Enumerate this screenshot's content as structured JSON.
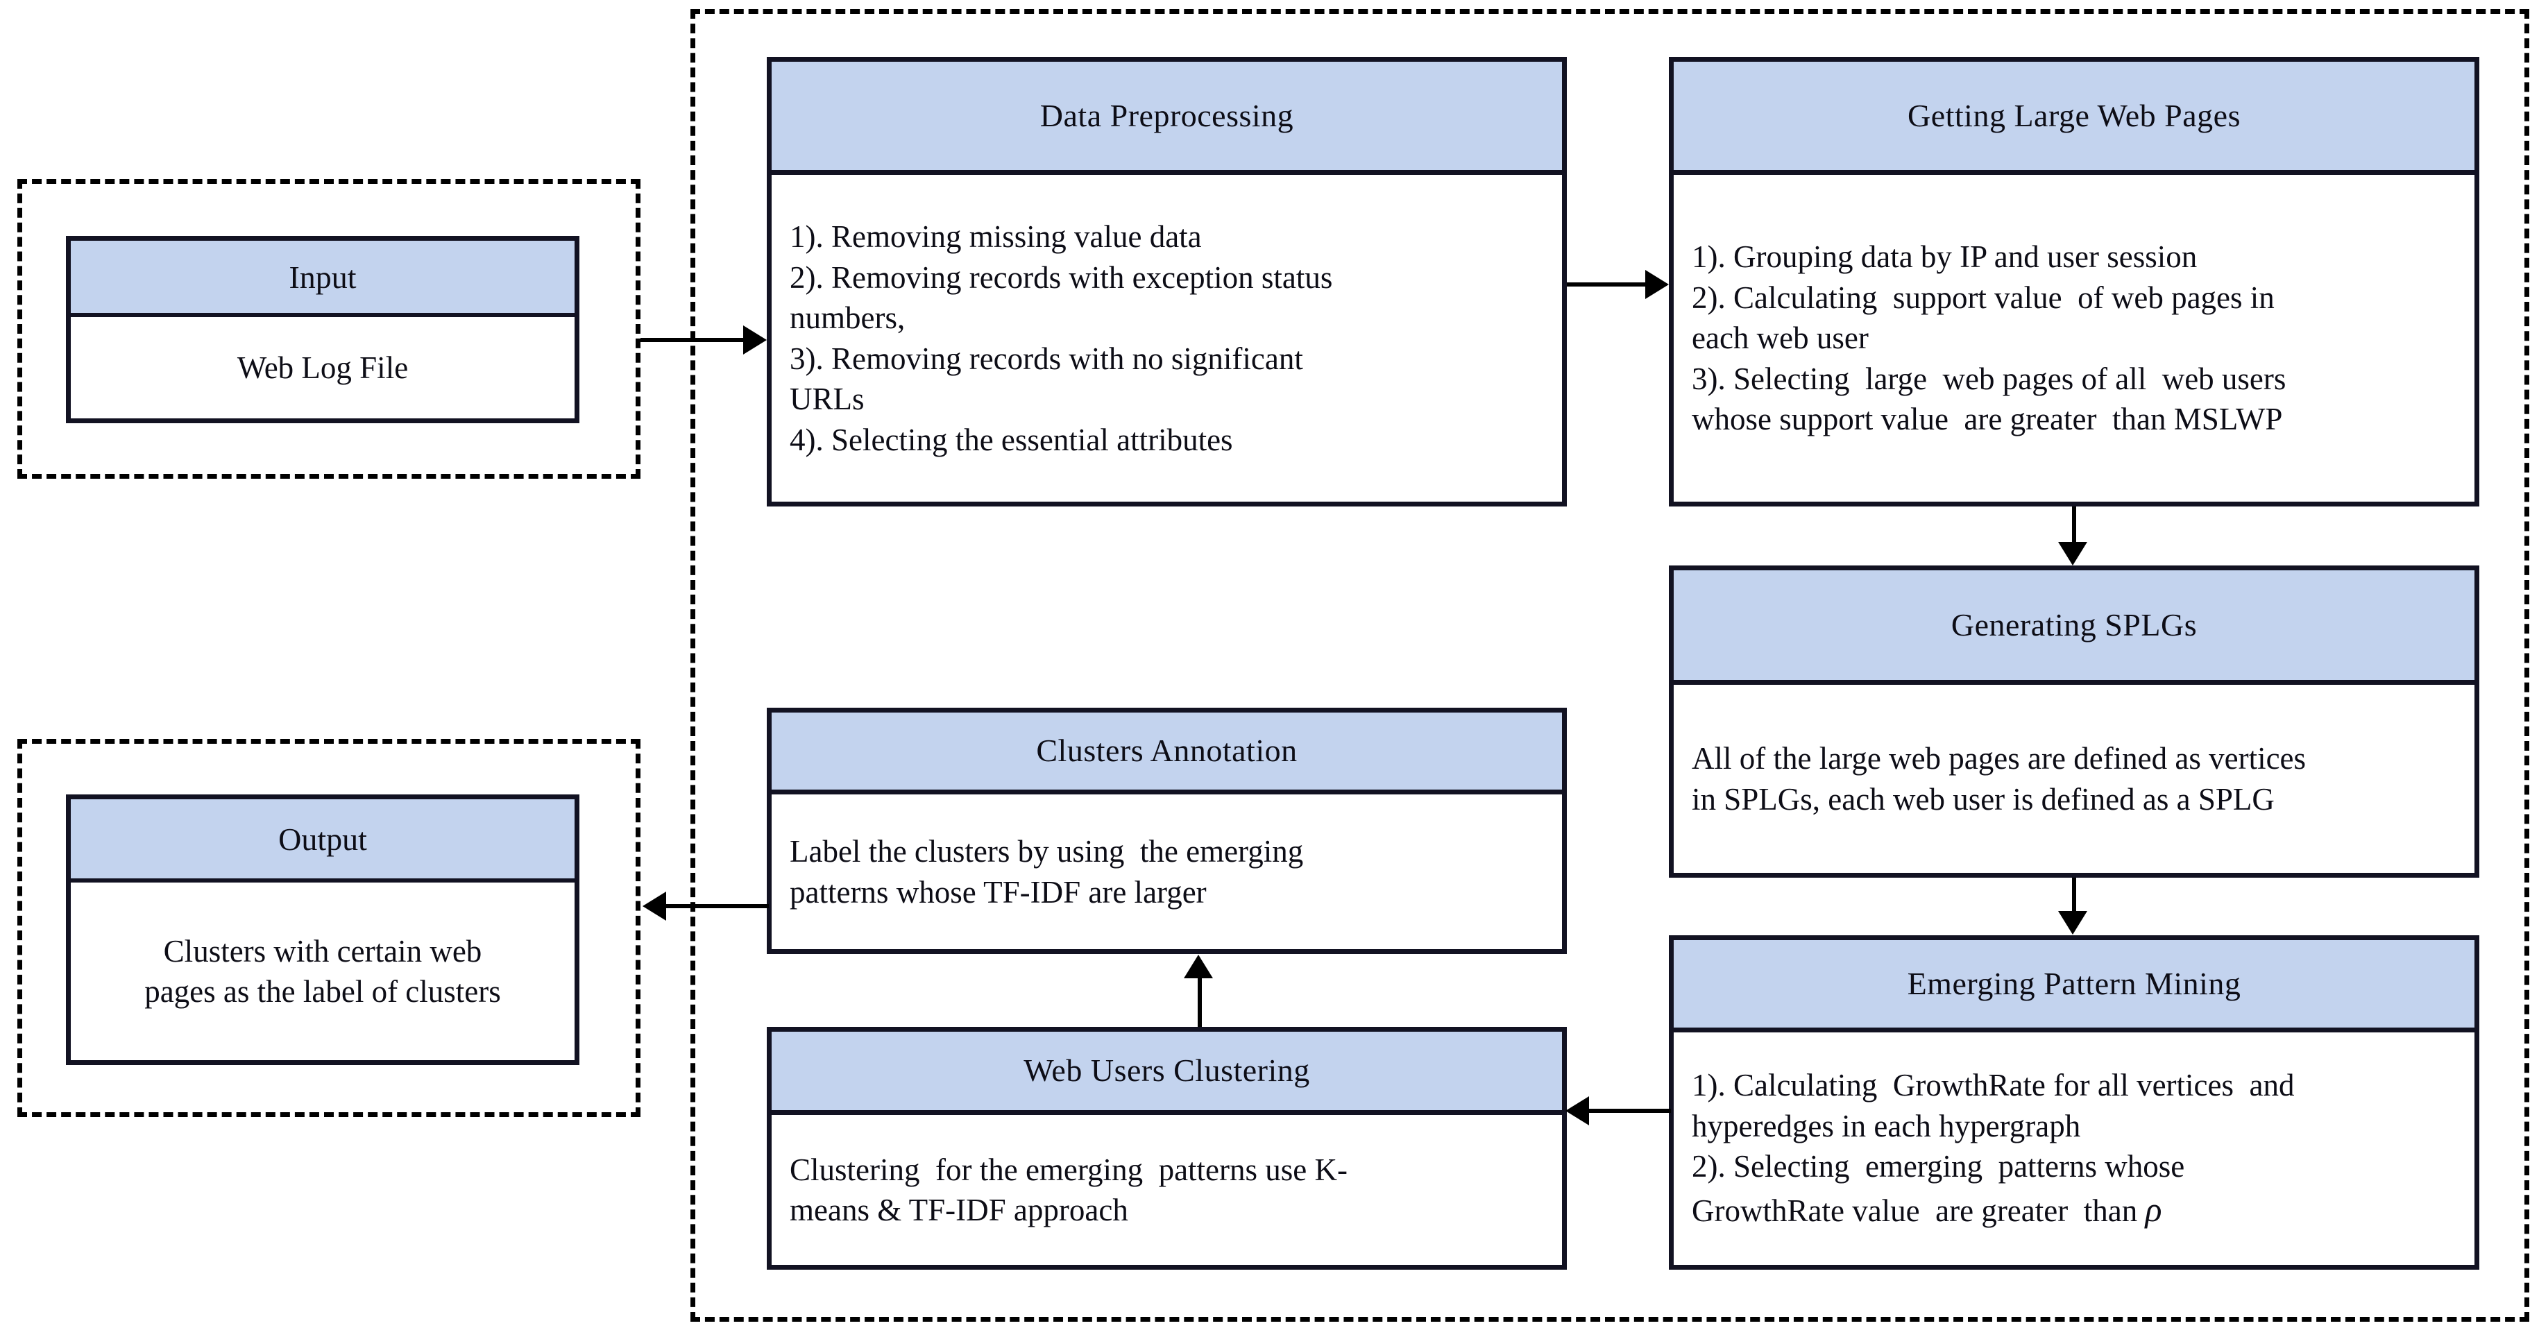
{
  "diagram": {
    "title": "Web usage mining framework flowchart",
    "accent_color": "#c3d3ee",
    "stroke_color": "#121222"
  },
  "io_group": {
    "input": {
      "header": "Input",
      "body": "Web Log File"
    },
    "output": {
      "header": "Output",
      "body_line1": "Clusters with certain web",
      "body_line2": "pages as the label of clusters"
    }
  },
  "process_group": {
    "data_preprocessing": {
      "header": "Data Preprocessing",
      "items": [
        "1). Removing missing value data",
        "2). Removing records with exception status\nnumbers,",
        "3). Removing records with no significant\nURLs",
        "4). Selecting the essential attributes"
      ]
    },
    "getting_large_web_pages": {
      "header": "Getting  Large Web Pages",
      "items": [
        "1). Grouping data by IP and user session",
        "2). Calculating  support value  of web pages in\neach web user",
        "3). Selecting  large  web pages of all  web users\nwhose support value  are greater  than MSLWP"
      ]
    },
    "generating_splgs": {
      "header": "Generating  SPLGs",
      "body_line1": "All of the large web pages are defined as vertices",
      "body_line2": "in SPLGs, each web user is defined as a SPLG"
    },
    "emerging_pattern_mining": {
      "header": "Emerging  Pattern Mining",
      "items": [
        "1). Calculating  GrowthRate for all vertices  and\nhyperedges in each hypergraph",
        "2). Selecting  emerging  patterns whose\nGrowthRate value  are greater  than "
      ],
      "threshold_symbol": "ρ"
    },
    "web_users_clustering": {
      "header": "Web Users Clustering",
      "body_line1": "Clustering  for the emerging  patterns use K-",
      "body_line2": "means & TF-IDF approach"
    },
    "clusters_annotation": {
      "header": "Clusters Annotation",
      "body_line1": "Label the clusters by using  the emerging",
      "body_line2": "patterns whose TF-IDF are larger"
    }
  }
}
